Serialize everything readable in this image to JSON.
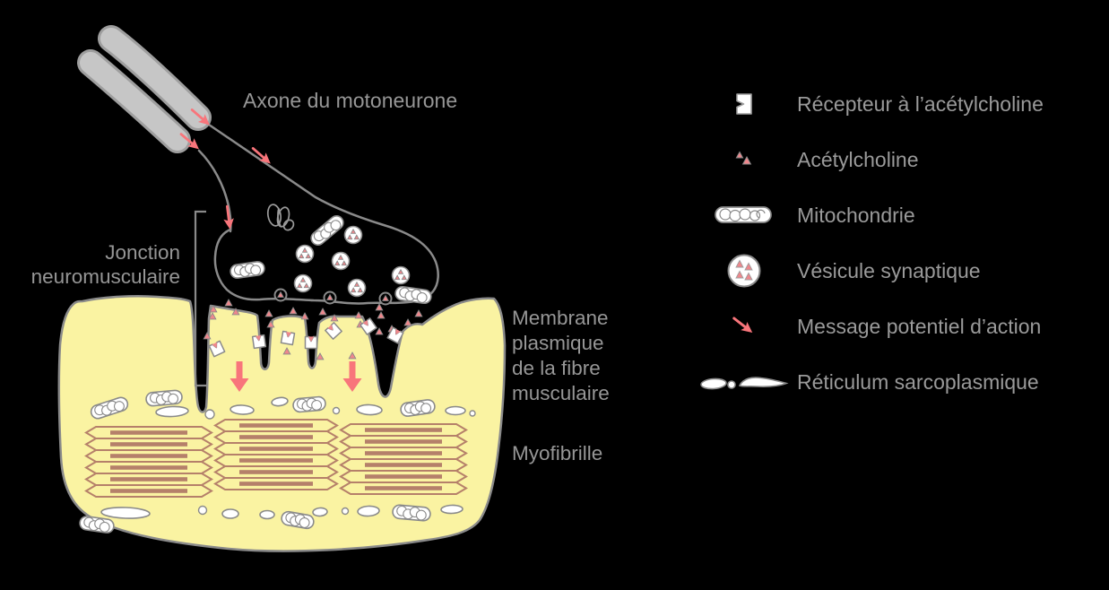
{
  "diagram": {
    "labels": {
      "axon": "Axone du motoneurone",
      "junction": [
        "Jonction",
        "neuromusculaire"
      ],
      "membrane": [
        "Membrane",
        "plasmique",
        "de la fibre",
        "musculaire"
      ],
      "myofibril": "Myofibrille"
    }
  },
  "legend": {
    "items": [
      {
        "icon": "acetylcholine-receptor-icon",
        "label": "Récepteur à l’acétylcholine"
      },
      {
        "icon": "acetylcholine-icon",
        "label": "Acétylcholine"
      },
      {
        "icon": "mitochondrion-icon",
        "label": "Mitochondrie"
      },
      {
        "icon": "synaptic-vesicle-icon",
        "label": "Vésicule synaptique"
      },
      {
        "icon": "action-potential-arrow-icon",
        "label": "Message potentiel d’action"
      },
      {
        "icon": "sarcoplasmic-reticulum-icon",
        "label": "Réticulum sarcoplasmique"
      }
    ]
  },
  "colors": {
    "background": "#000000",
    "muscle_fill": "#faf3a2",
    "membrane_line": "#8a8a8a",
    "myelin_fill": "#c6c6c6",
    "myelin_edge": "#9e9e9e",
    "label_text": "#969696",
    "legend_text": "#9a9a9a",
    "arrow_pink": "#f8757b",
    "acetylcholine_pink": "#ef878c",
    "myofibril_brown": "#b5806a",
    "organelle_fill": "#ffffff"
  }
}
